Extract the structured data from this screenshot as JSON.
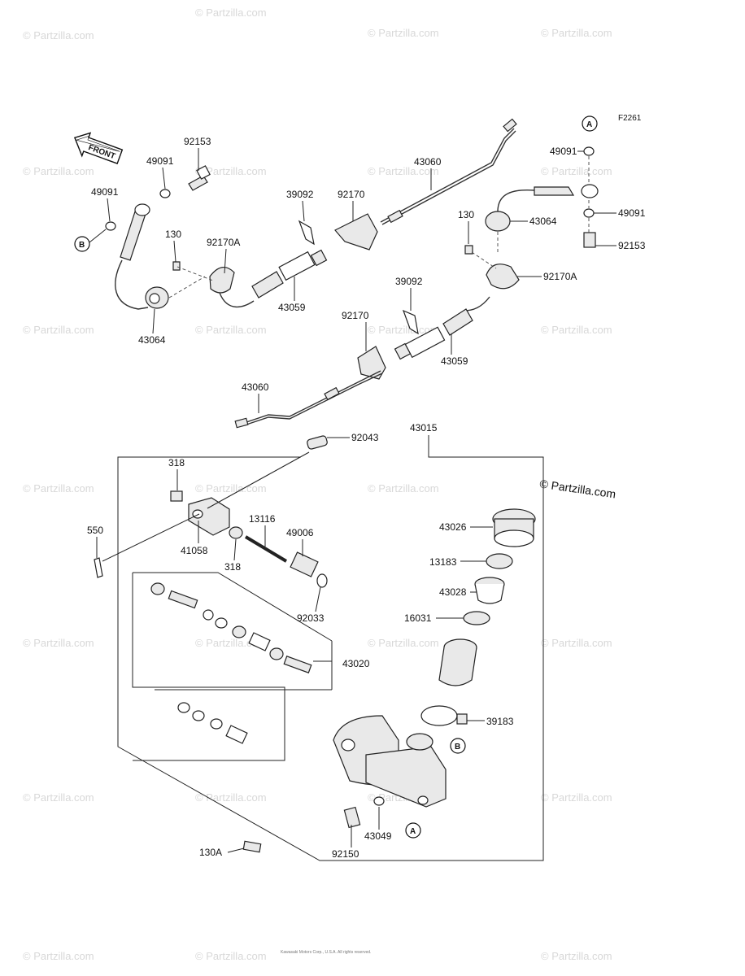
{
  "figure_id": "F2261",
  "front_label": "FRONT",
  "copyright_text": "© Partzilla.com",
  "footer_text": "Kawasaki Motors Corp., U.S.A. All rights reserved.",
  "watermark": "© Partzilla.com",
  "callouts": {
    "A": "A",
    "B": "B"
  },
  "labels": {
    "p92153_top": "92153",
    "p49091_top": "49091",
    "p49091_left": "49091",
    "p130_left": "130",
    "p92170A_left": "92170A",
    "p43064_left": "43064",
    "p43059_left": "43059",
    "p39092_left": "39092",
    "p92170_top": "92170",
    "p43060_top": "43060",
    "p49091_right_top": "49091",
    "p130_right": "130",
    "p43064_right": "43064",
    "p49091_right": "49091",
    "p92153_right": "92153",
    "p92170A_right": "92170A",
    "p39092_mid": "39092",
    "p92170_mid": "92170",
    "p43059_mid": "43059",
    "p43060_bottom": "43060",
    "p43015": "43015",
    "p92043": "92043",
    "p318_top": "318",
    "p550": "550",
    "p41058": "41058",
    "p318_bottom": "318",
    "p13116": "13116",
    "p49006": "49006",
    "p92033": "92033",
    "p43026": "43026",
    "p13183": "13183",
    "p43028": "43028",
    "p16031": "16031",
    "p43020": "43020",
    "p39183": "39183",
    "p43049": "43049",
    "p92150": "92150",
    "p130A": "130A"
  }
}
